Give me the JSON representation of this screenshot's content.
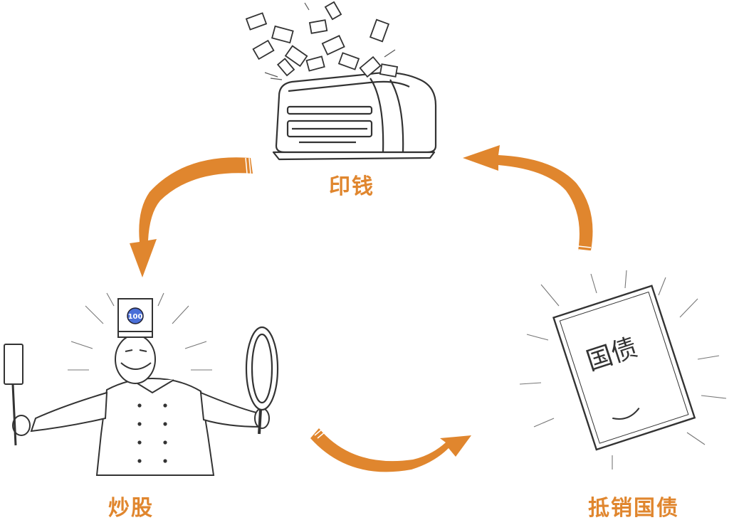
{
  "accent_color": "#e0862e",
  "labels": {
    "print": "印钱",
    "stock": "炒股",
    "bond": "抵销国债"
  },
  "bond_book": {
    "title": "国债"
  },
  "icons": {
    "printer": "printer-icon",
    "money": "banknote-icon",
    "chef": "chef-illustration",
    "spatula": "spatula-icon",
    "pan": "frying-pan-icon",
    "hat_badge": "badge-icon",
    "book": "bond-book-icon",
    "arrow": "curved-arrow-icon"
  }
}
